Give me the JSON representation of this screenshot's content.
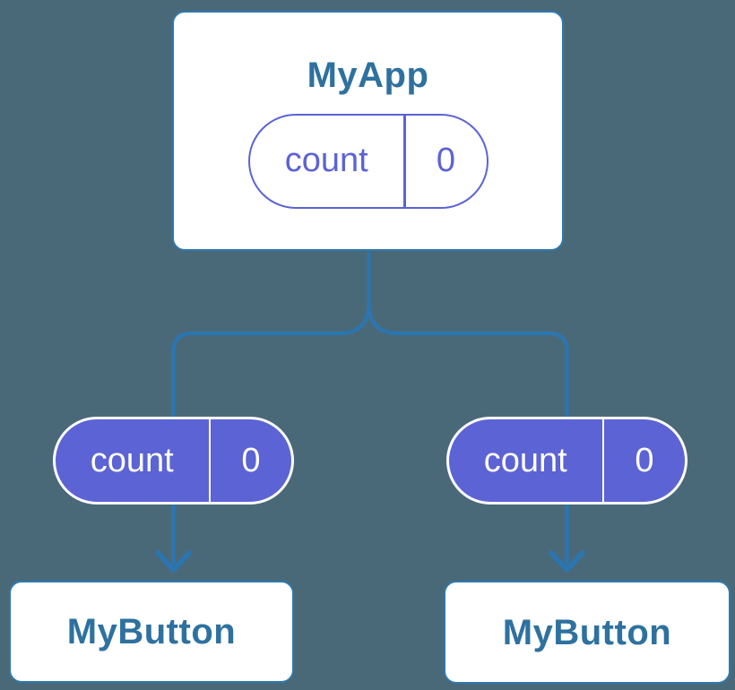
{
  "diagram": {
    "description": "component-state-tree",
    "root": {
      "title": "MyApp",
      "state": {
        "key": "count",
        "value": "0"
      }
    },
    "children": [
      {
        "title": "MyButton",
        "state": {
          "key": "count",
          "value": "0"
        }
      },
      {
        "title": "MyButton",
        "state": {
          "key": "count",
          "value": "0"
        }
      }
    ]
  },
  "colors": {
    "background": "#4a6978",
    "node_fill": "#ffffff",
    "node_border": "#2e79af",
    "node_title": "#2e719f",
    "state_accent": "#5c63d4",
    "state_text": "#ffffff",
    "connector": "#2a76b2"
  }
}
